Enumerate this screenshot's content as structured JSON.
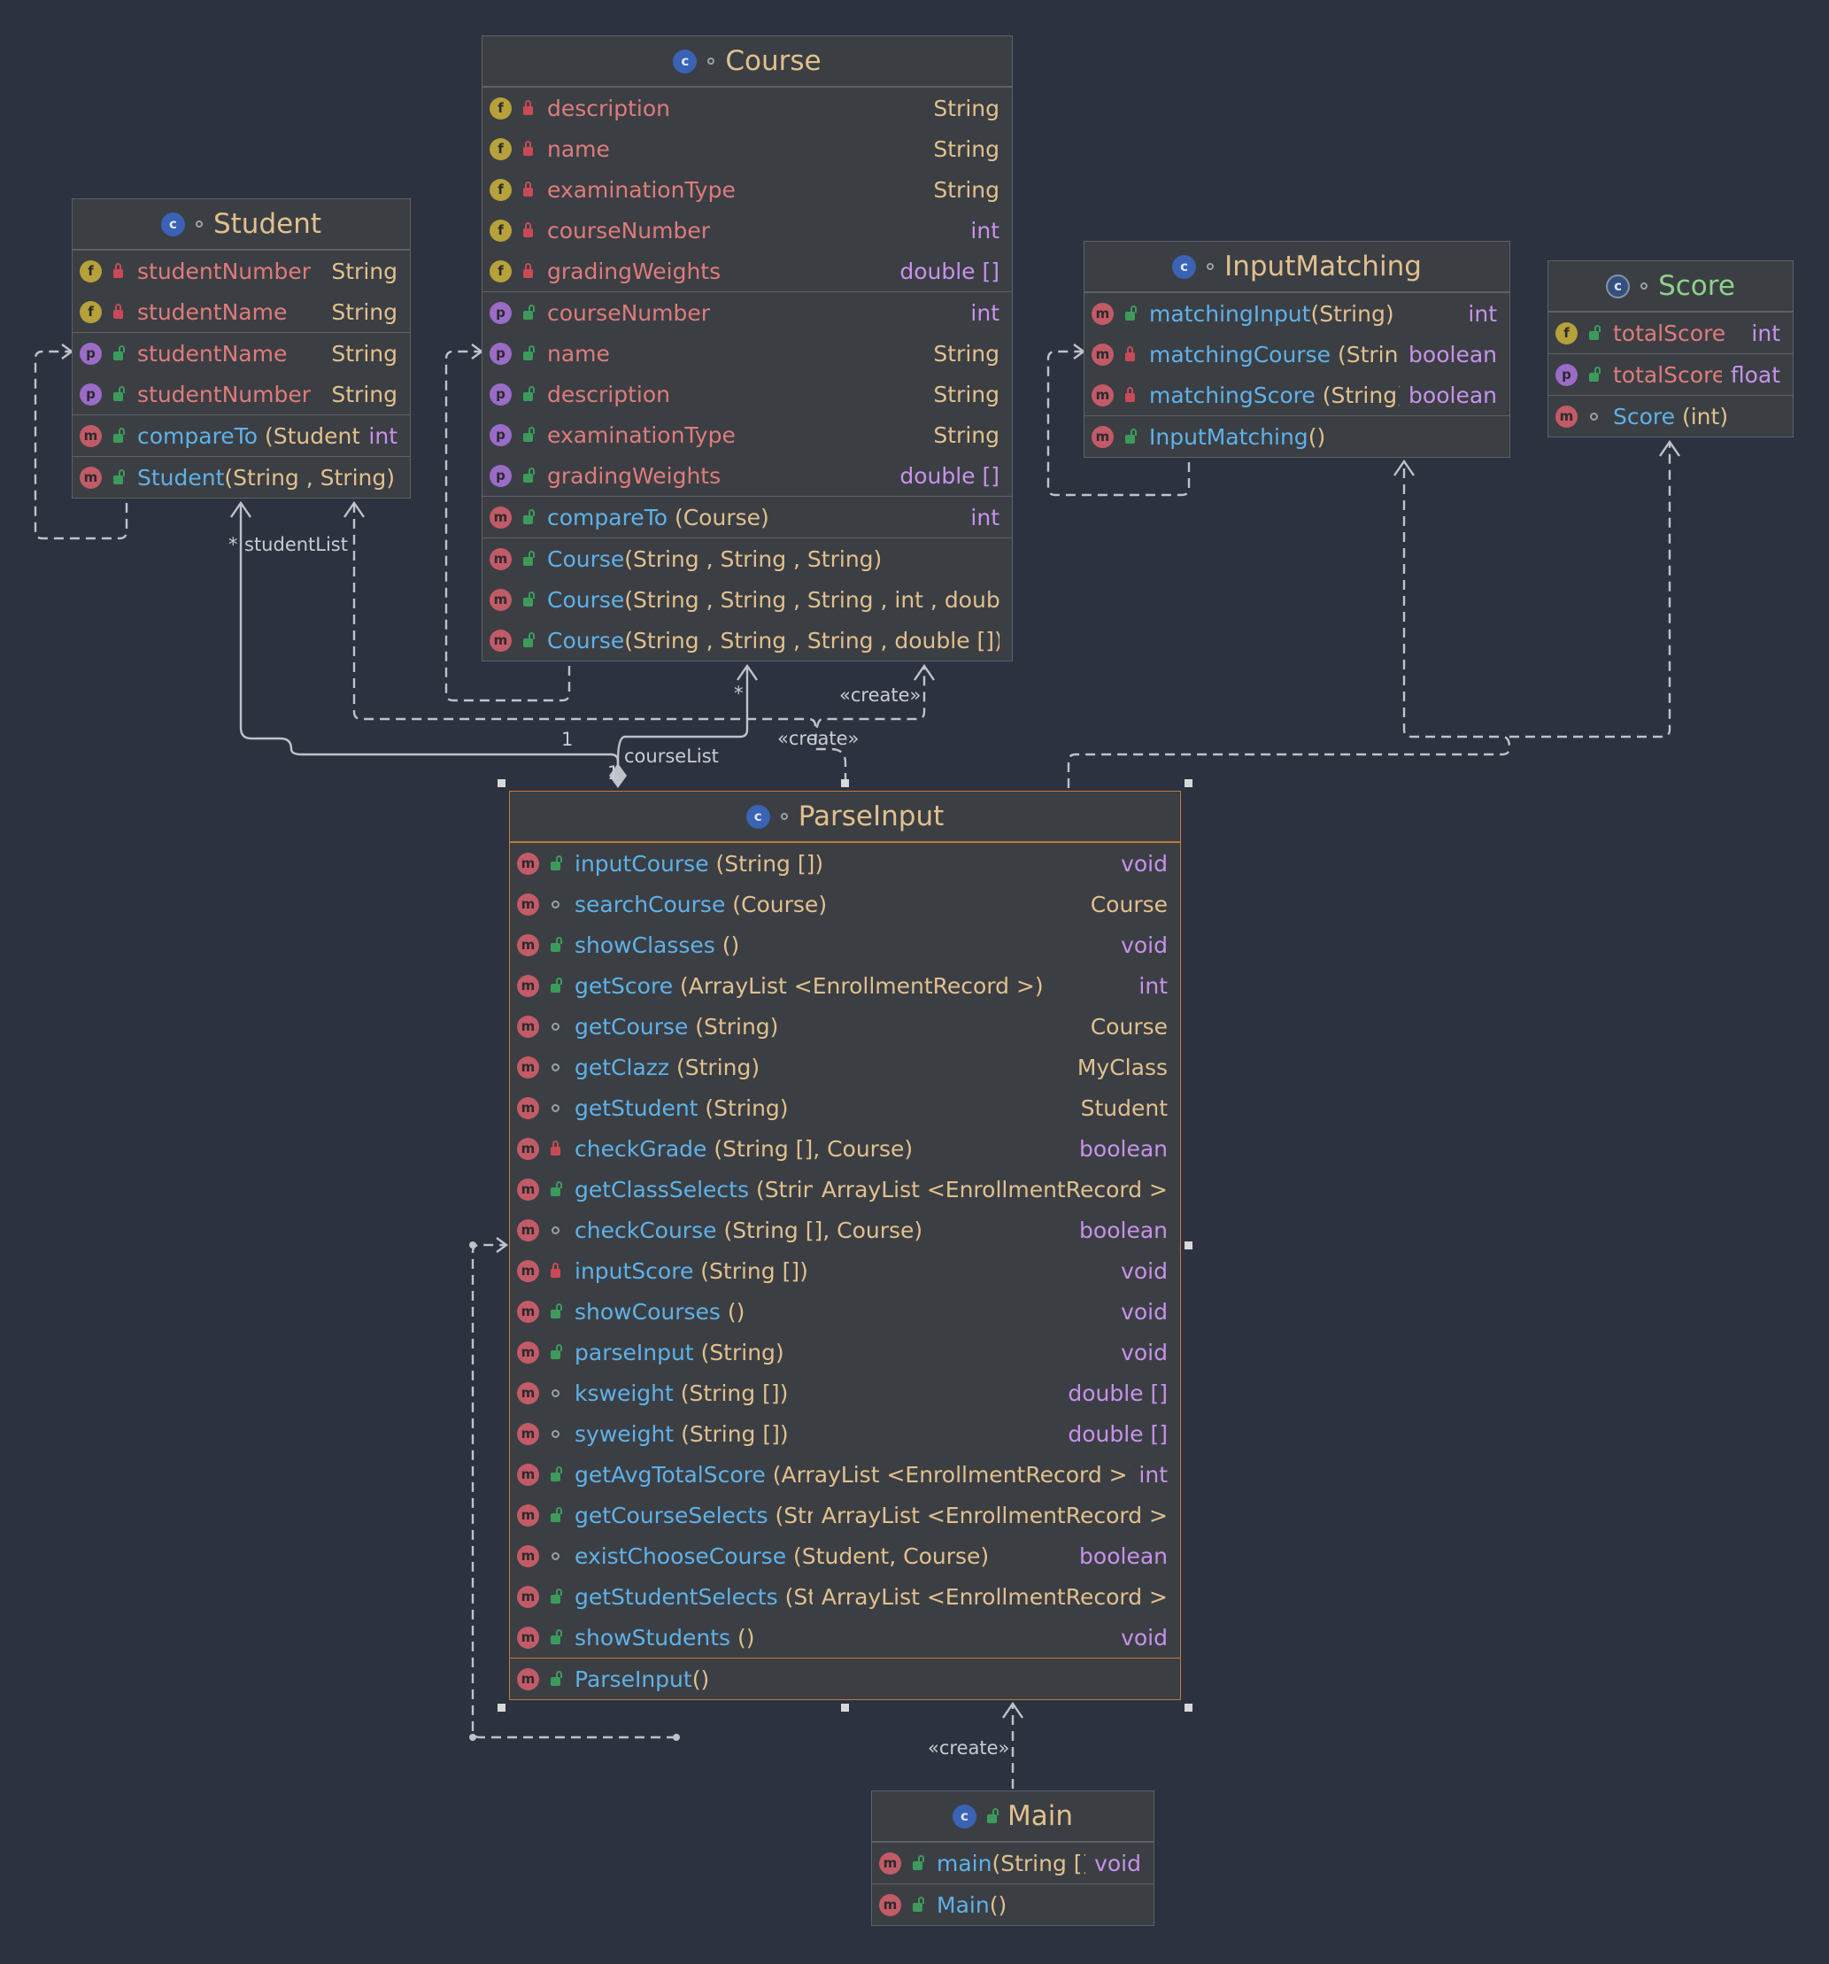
{
  "classes": {
    "course": {
      "name": "Course",
      "fields": [
        {
          "name": "description",
          "type": "String"
        },
        {
          "name": "name",
          "type": "String"
        },
        {
          "name": "examinationType",
          "type": "String"
        },
        {
          "name": "courseNumber",
          "type": "int"
        },
        {
          "name": "gradingWeights",
          "type": "double []"
        }
      ],
      "properties": [
        {
          "name": "courseNumber",
          "type": "int"
        },
        {
          "name": "name",
          "type": "String"
        },
        {
          "name": "description",
          "type": "String"
        },
        {
          "name": "examinationType",
          "type": "String"
        },
        {
          "name": "gradingWeights",
          "type": "double []"
        }
      ],
      "methods": [
        {
          "name": "compareTo",
          "args": "(Course)",
          "type": "int"
        }
      ],
      "constructors": [
        {
          "name": "Course",
          "args": "(String , String , String)"
        },
        {
          "name": "Course",
          "args": "(String , String , String , int , double [])"
        },
        {
          "name": "Course",
          "args": "(String , String , String , double [])"
        }
      ]
    },
    "student": {
      "name": "Student",
      "fields": [
        {
          "name": "studentNumber",
          "type": "String"
        },
        {
          "name": "studentName",
          "type": "String"
        }
      ],
      "properties": [
        {
          "name": "studentName",
          "type": "String"
        },
        {
          "name": "studentNumber",
          "type": "String"
        }
      ],
      "methods": [
        {
          "name": "compareTo",
          "args": "(Student)",
          "type": "int"
        }
      ],
      "constructors": [
        {
          "name": "Student",
          "args": "(String , String)"
        }
      ]
    },
    "input_matching": {
      "name": "InputMatching",
      "methods": [
        {
          "name": "matchingInput",
          "args": "(String)",
          "type": "int"
        },
        {
          "name": "matchingCourse",
          "args": "(String)",
          "type": "boolean"
        },
        {
          "name": "matchingScore",
          "args": "(String)",
          "type": "boolean"
        }
      ],
      "constructors": [
        {
          "name": "InputMatching",
          "args": "()"
        }
      ]
    },
    "score": {
      "name": "Score",
      "fields": [
        {
          "name": "totalScore",
          "type": "int"
        }
      ],
      "properties": [
        {
          "name": "totalScore",
          "type": "float"
        }
      ],
      "constructors": [
        {
          "name": "Score",
          "args": "(int)"
        }
      ]
    },
    "parse_input": {
      "name": "ParseInput",
      "methods": [
        {
          "name": "inputCourse",
          "args": "(String [])",
          "type": "void"
        },
        {
          "name": "searchCourse",
          "args": "(Course)",
          "type": "Course"
        },
        {
          "name": "showClasses",
          "args": "()",
          "type": "void"
        },
        {
          "name": "getScore",
          "args": "(ArrayList <EnrollmentRecord >)",
          "type": "int"
        },
        {
          "name": "getCourse",
          "args": "(String)",
          "type": "Course"
        },
        {
          "name": "getClazz",
          "args": "(String)",
          "type": "MyClass"
        },
        {
          "name": "getStudent",
          "args": "(String)",
          "type": "Student"
        },
        {
          "name": "checkGrade",
          "args": "(String [], Course)",
          "type": "boolean"
        },
        {
          "name": "getClassSelects",
          "args": "(String)",
          "type": "ArrayList <EnrollmentRecord >"
        },
        {
          "name": "checkCourse",
          "args": "(String [], Course)",
          "type": "boolean"
        },
        {
          "name": "inputScore",
          "args": "(String [])",
          "type": "void"
        },
        {
          "name": "showCourses",
          "args": "()",
          "type": "void"
        },
        {
          "name": "parseInput",
          "args": "(String)",
          "type": "void"
        },
        {
          "name": "ksweight",
          "args": "(String [])",
          "type": "double []"
        },
        {
          "name": "syweight",
          "args": "(String [])",
          "type": "double []"
        },
        {
          "name": "getAvgTotalScore",
          "args": "(ArrayList <EnrollmentRecord >)",
          "type": "int"
        },
        {
          "name": "getCourseSelects",
          "args": "(String)",
          "type": "ArrayList <EnrollmentRecord >"
        },
        {
          "name": "existChooseCourse",
          "args": "(Student, Course)",
          "type": "boolean"
        },
        {
          "name": "getStudentSelects",
          "args": "(String)",
          "type": "ArrayList <EnrollmentRecord >"
        },
        {
          "name": "showStudents",
          "args": "()",
          "type": "void"
        }
      ],
      "constructors": [
        {
          "name": "ParseInput",
          "args": "()"
        }
      ]
    },
    "main": {
      "name": "Main",
      "methods": [
        {
          "name": "main",
          "args": "(String [])",
          "type": "void"
        }
      ],
      "constructors": [
        {
          "name": "Main",
          "args": "()"
        }
      ]
    }
  },
  "edge_labels": {
    "student_list": "studentList",
    "student_list_mult": "*",
    "course_list": "courseList",
    "course_list_mult": "*",
    "one_a": "1",
    "one_b": "1",
    "create_course": "«create»",
    "create_student": "«create»",
    "create_parse": "«create»"
  },
  "colors": {
    "background": "#2d3240",
    "class_fill": "#3b3f44",
    "class_title": "#e2c08d",
    "field_name": "#e07b7b",
    "method_name": "#5fb1e8",
    "type": "#e2c08d",
    "primitive_type": "#c792ea",
    "selected_border": "#c27a3a"
  }
}
